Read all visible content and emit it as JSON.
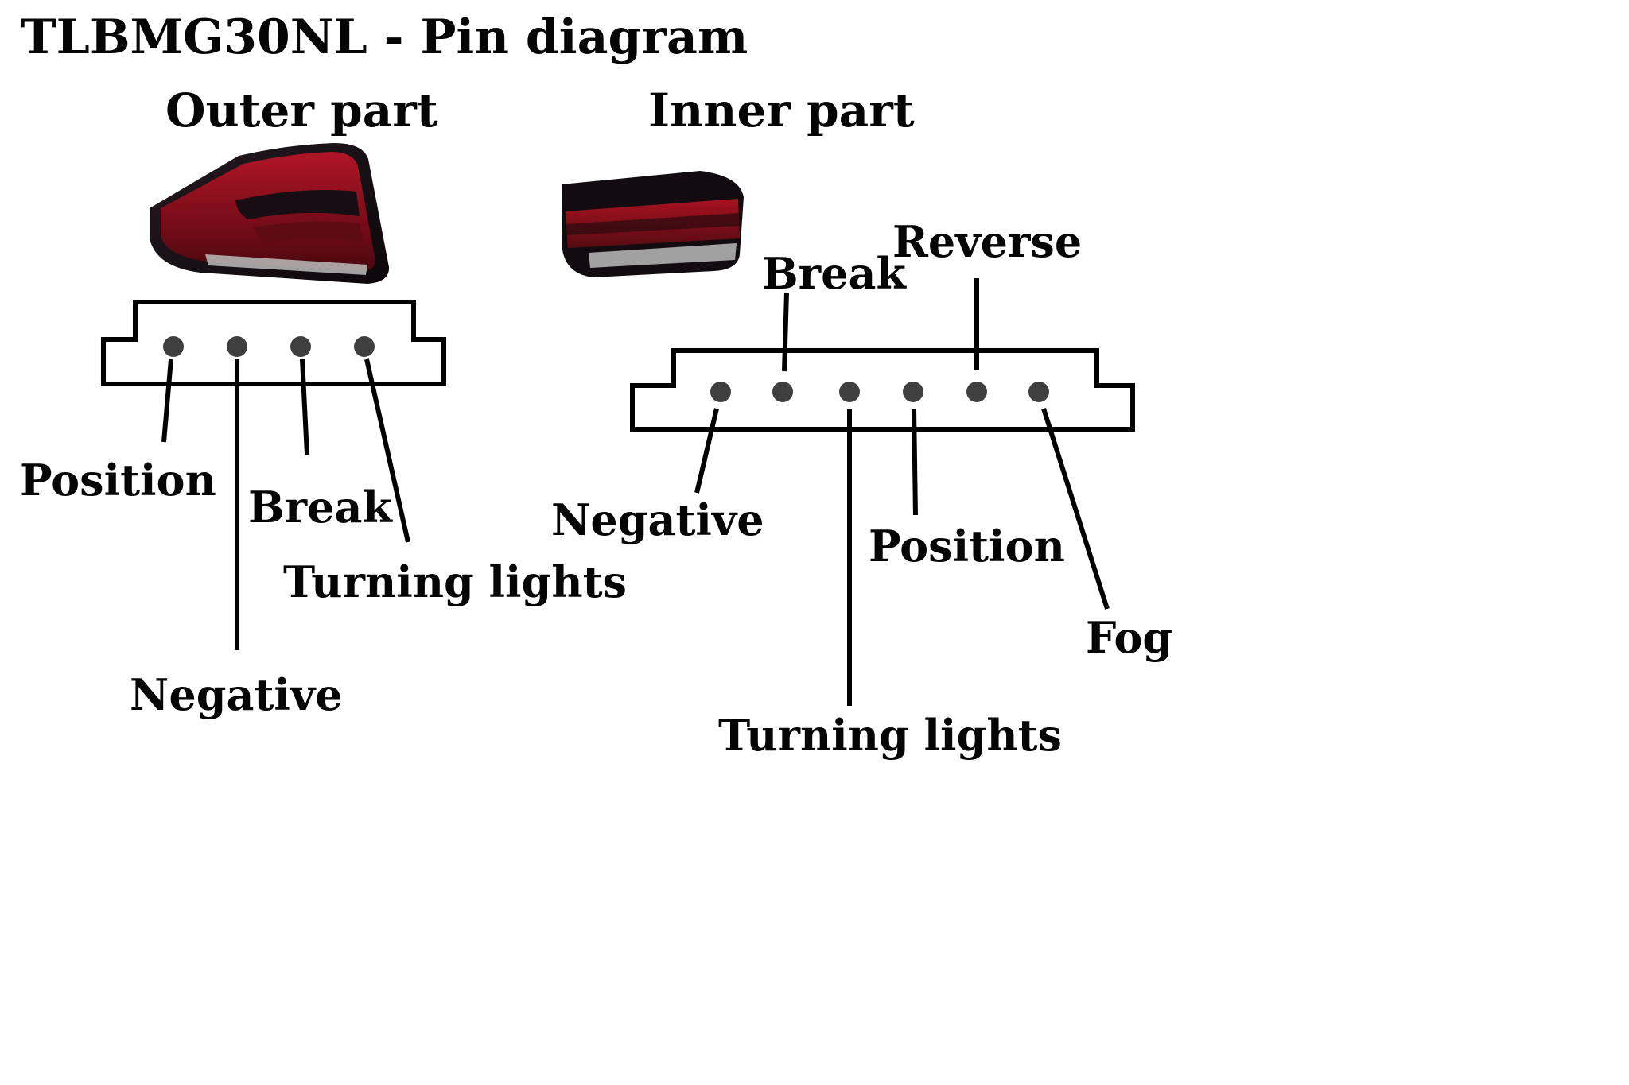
{
  "title": "TLBMG30NL - Pin diagram",
  "outer_part": {
    "heading": "Outer part",
    "image": "outer-tail-light-lamp",
    "pin_count": 4,
    "pins": [
      {
        "pin": 1,
        "label": "Position"
      },
      {
        "pin": 2,
        "label": "Negative"
      },
      {
        "pin": 3,
        "label": "Break"
      },
      {
        "pin": 4,
        "label": "Turning lights"
      }
    ]
  },
  "inner_part": {
    "heading": "Inner part",
    "image": "inner-tail-light-lamp",
    "pin_count": 6,
    "pins": [
      {
        "pin": 1,
        "label": "Negative"
      },
      {
        "pin": 2,
        "label": "Break"
      },
      {
        "pin": 3,
        "label": "Turning lights"
      },
      {
        "pin": 4,
        "label": "Position"
      },
      {
        "pin": 5,
        "label": "Reverse"
      },
      {
        "pin": 6,
        "label": "Fog"
      }
    ]
  },
  "colors": {
    "background": "#ffffff",
    "text": "#050505",
    "line": "#000000",
    "connector_fill": "#ffffff",
    "connector_stroke": "#000000",
    "pin_fill": "#3f3f3f",
    "lamp_body": "#140d12",
    "lamp_red": "#8f1020",
    "lamp_trim_gray": "#bcbcbc"
  }
}
